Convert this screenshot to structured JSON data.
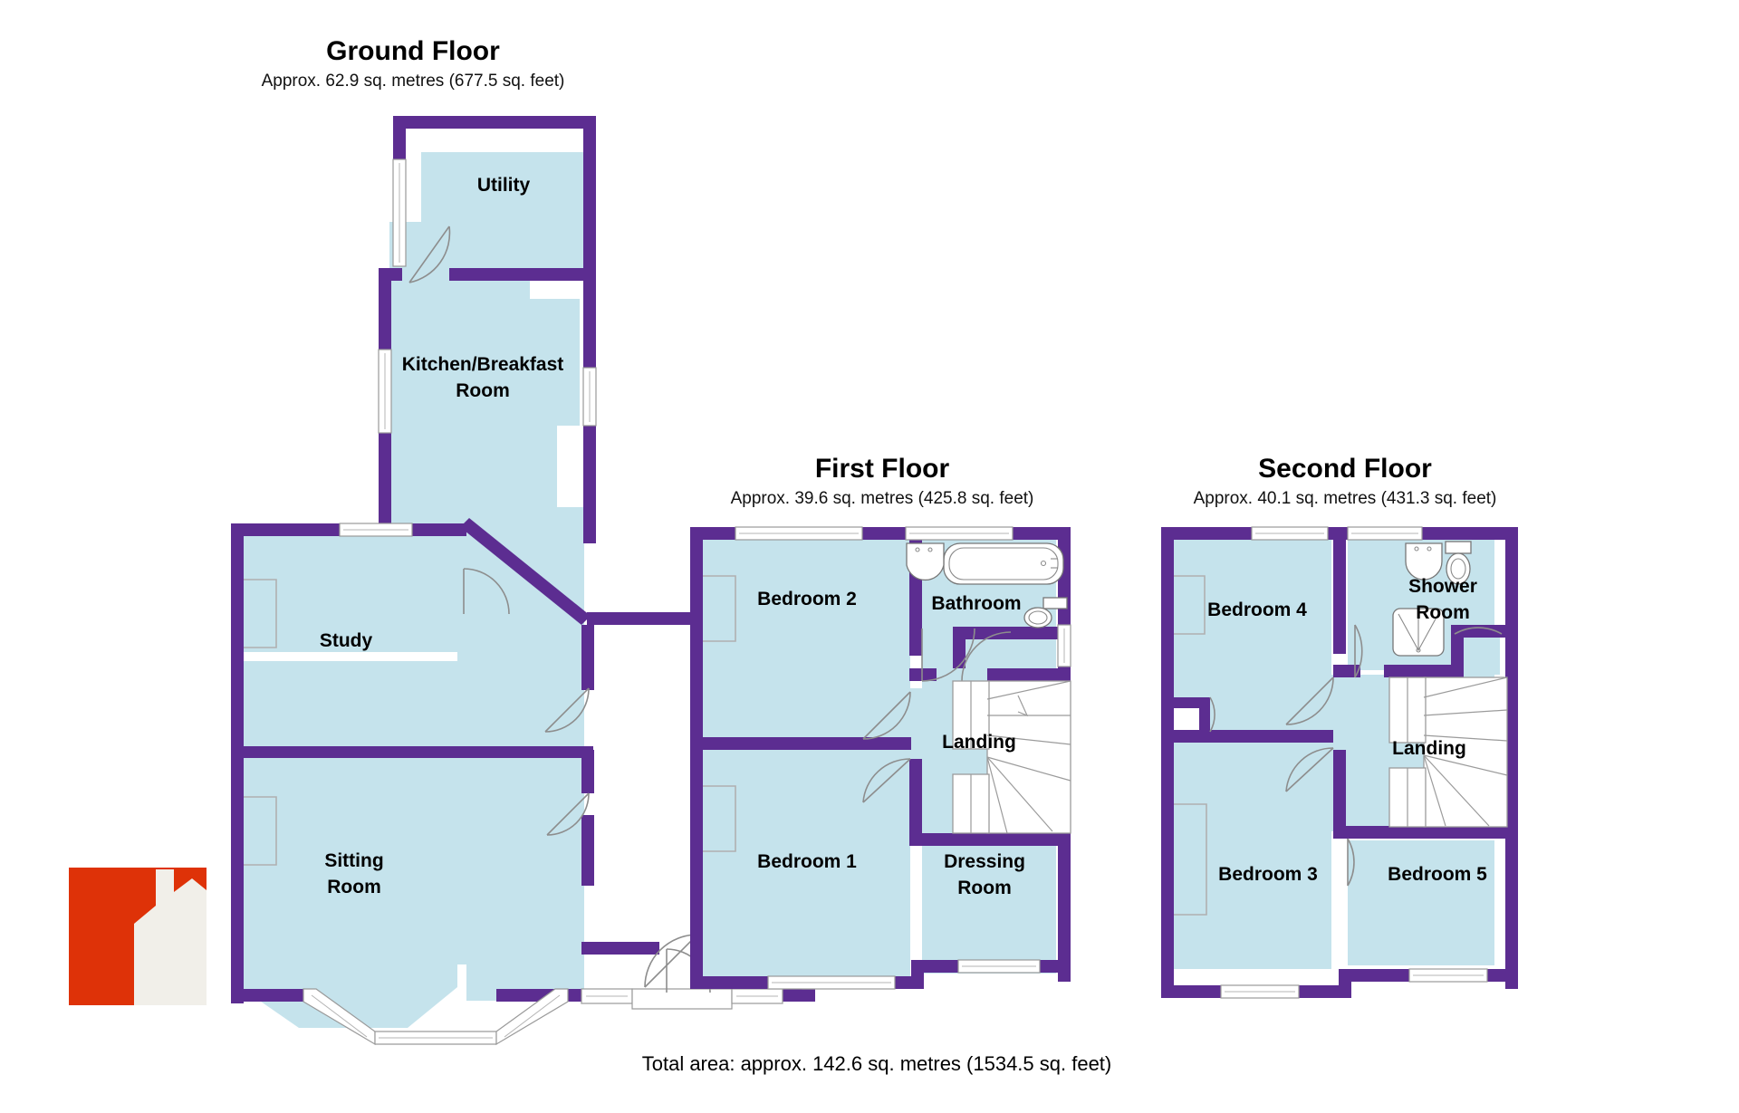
{
  "document": {
    "type": "residential-floor-plan",
    "total_area_text": "Total area: approx. 142.6 sq. metres (1534.5 sq. feet)"
  },
  "colors": {
    "wall": "#5c2d91",
    "room_fill": "#c5e3ec",
    "background": "#ffffff",
    "logo_red": "#DE3208",
    "logo_house": "#F1EFE9",
    "text": "#000000"
  },
  "floors": [
    {
      "id": "ground",
      "title": "Ground Floor",
      "subtitle": "Approx. 62.9 sq. metres (677.5 sq. feet)",
      "rooms": [
        {
          "name": "Utility",
          "label": "Utility"
        },
        {
          "name": "Kitchen/Breakfast Room",
          "label_line1": "Kitchen/Breakfast",
          "label_line2": "Room"
        },
        {
          "name": "Study",
          "label": "Study"
        },
        {
          "name": "Sitting Room",
          "label_line1": "Sitting",
          "label_line2": "Room"
        }
      ]
    },
    {
      "id": "first",
      "title": "First Floor",
      "subtitle": "Approx. 39.6 sq. metres (425.8 sq. feet)",
      "rooms": [
        {
          "name": "Bedroom 2",
          "label": "Bedroom 2"
        },
        {
          "name": "Bathroom",
          "label": "Bathroom"
        },
        {
          "name": "Landing",
          "label": "Landing"
        },
        {
          "name": "Bedroom 1",
          "label": "Bedroom 1"
        },
        {
          "name": "Dressing Room",
          "label_line1": "Dressing",
          "label_line2": "Room"
        }
      ]
    },
    {
      "id": "second",
      "title": "Second Floor",
      "subtitle": "Approx. 40.1 sq. metres (431.3 sq. feet)",
      "rooms": [
        {
          "name": "Bedroom 4",
          "label": "Bedroom 4"
        },
        {
          "name": "Shower Room",
          "label_line1": "Shower",
          "label_line2": "Room"
        },
        {
          "name": "Landing",
          "label": "Landing"
        },
        {
          "name": "Bedroom 3",
          "label": "Bedroom 3"
        },
        {
          "name": "Bedroom 5",
          "label": "Bedroom 5"
        }
      ]
    }
  ],
  "labels": {
    "ground": {
      "title": "Ground Floor",
      "subtitle": "Approx. 62.9 sq. metres (677.5 sq. feet)",
      "utility": "Utility",
      "kitchen_l1": "Kitchen/Breakfast",
      "kitchen_l2": "Room",
      "study": "Study",
      "sitting_l1": "Sitting",
      "sitting_l2": "Room"
    },
    "first": {
      "title": "First Floor",
      "subtitle": "Approx. 39.6 sq. metres (425.8 sq. feet)",
      "bedroom2": "Bedroom 2",
      "bathroom": "Bathroom",
      "landing": "Landing",
      "bedroom1": "Bedroom 1",
      "dressing_l1": "Dressing",
      "dressing_l2": "Room"
    },
    "second": {
      "title": "Second Floor",
      "subtitle": "Approx. 40.1 sq. metres (431.3 sq. feet)",
      "bedroom4": "Bedroom 4",
      "shower_l1": "Shower",
      "shower_l2": "Room",
      "landing": "Landing",
      "bedroom3": "Bedroom 3",
      "bedroom5": "Bedroom 5"
    },
    "footer": "Total area: approx. 142.6 sq. metres (1534.5 sq. feet)"
  },
  "logo": {
    "name": "estate-agent-house-logo",
    "shape": "red-square-with-house-silhouette"
  }
}
